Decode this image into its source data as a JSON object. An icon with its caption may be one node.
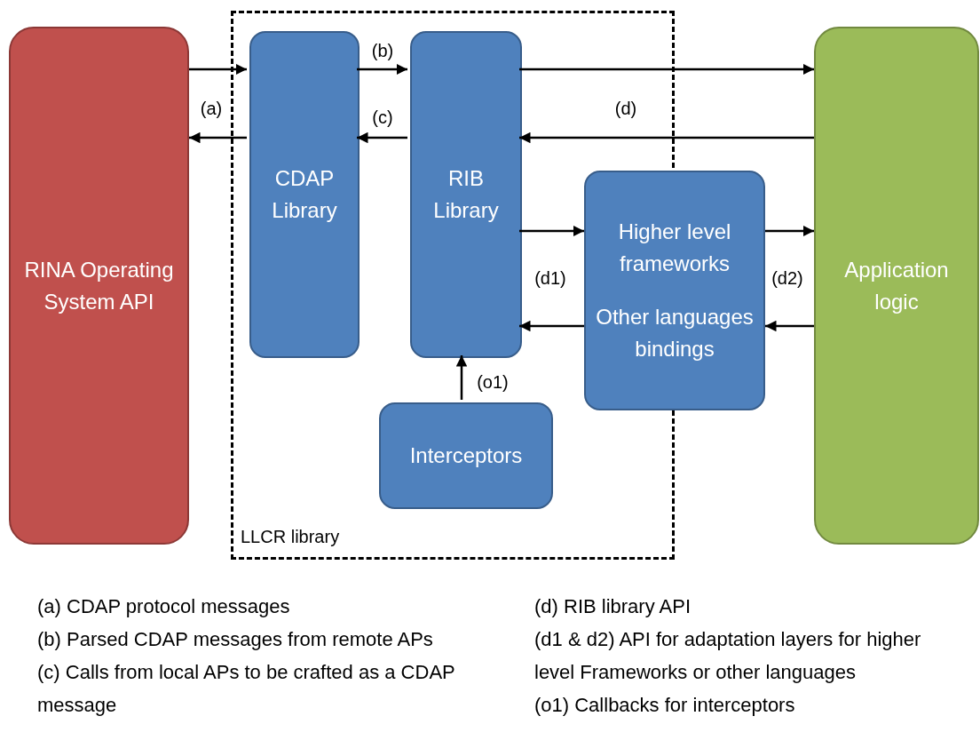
{
  "diagram": {
    "nodes": [
      {
        "text": [
          "RINA Operating System API"
        ]
      },
      {
        "text": [
          "LLCR library"
        ]
      },
      {
        "text": [
          "CDAP Library"
        ],
        "in": 1
      },
      {
        "text": [
          "RIB Library"
        ],
        "in": 1
      },
      {
        "text": [
          "Higher level frameworks",
          "Other languages bindings"
        ]
      },
      {
        "text": [
          "Interceptors"
        ],
        "in": 1
      },
      {
        "text": [
          "Application logic"
        ]
      }
    ],
    "edges": [
      {
        "from": 0,
        "to": 2,
        "arrow": "to",
        "label": "(a)"
      },
      {
        "from": 2,
        "to": 0,
        "arrow": "to"
      },
      {
        "from": 2,
        "to": 3,
        "arrow": "to",
        "label": "(b)"
      },
      {
        "from": 3,
        "to": 2,
        "arrow": "to",
        "label": "(c)"
      },
      {
        "from": 3,
        "to": 6,
        "arrow": "to"
      },
      {
        "from": 6,
        "to": 3,
        "arrow": "to",
        "label": "(d)"
      },
      {
        "from": 3,
        "to": 4,
        "arrow": "to"
      },
      {
        "from": 4,
        "to": 3,
        "arrow": "to",
        "label": "(d1)"
      },
      {
        "from": 4,
        "to": 6,
        "arrow": "to"
      },
      {
        "from": 6,
        "to": 4,
        "arrow": "to",
        "label": "(d2)"
      },
      {
        "from": 5,
        "to": 3,
        "arrow": "to",
        "label": "(o1)"
      }
    ],
    "labels": [
      "(a) CDAP protocol messages",
      "(b) Parsed CDAP messages from remote APs",
      "(c) Calls from local APs to be crafted as a CDAP message",
      "(d) RIB library API",
      "(d1 & d2) API for adaptation layers for higher level Frameworks or other languages",
      "(o1) Callbacks for interceptors"
    ]
  }
}
